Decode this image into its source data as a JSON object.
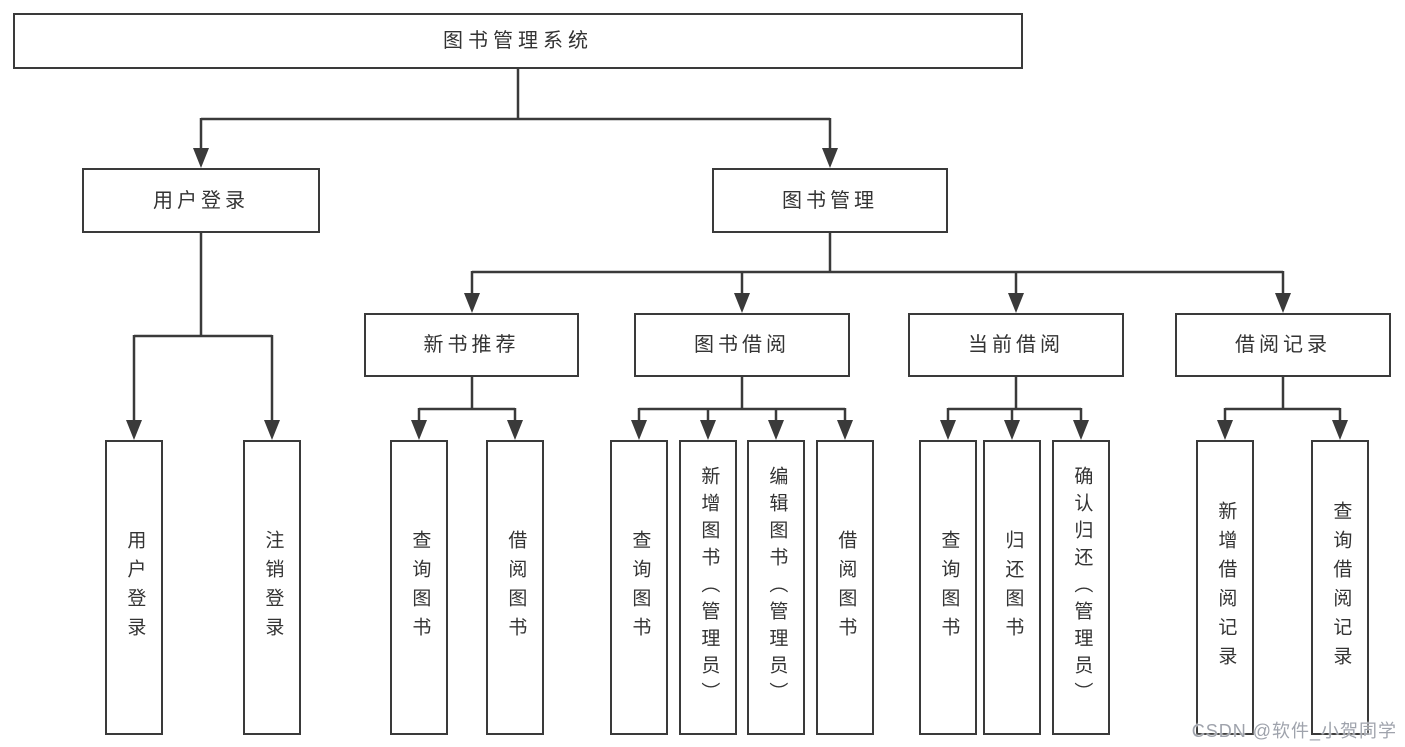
{
  "diagram": {
    "root": "图书管理系统",
    "branches": {
      "user_login": "用户登录",
      "book_management": "图书管理"
    },
    "modules": {
      "new_book_recommend": "新书推荐",
      "book_borrow": "图书借阅",
      "current_borrow": "当前借阅",
      "borrow_records": "借阅记录"
    },
    "leaves": {
      "user_login": [
        "用户登录",
        "注销登录"
      ],
      "new_book_recommend": [
        "查询图书",
        "借阅图书"
      ],
      "book_borrow": [
        "查询图书",
        "新增图书（管理员）",
        "编辑图书（管理员）",
        "借阅图书"
      ],
      "current_borrow": [
        "查询图书",
        "归还图书",
        "确认归还（管理员）"
      ],
      "borrow_records": [
        "新增借阅记录",
        "查询借阅记录"
      ]
    }
  },
  "watermark": "CSDN @软件_小贺同学",
  "colors": {
    "line": "#3a3a3a",
    "text": "#333333",
    "background": "#ffffff",
    "watermark": "#9fa3ac"
  }
}
